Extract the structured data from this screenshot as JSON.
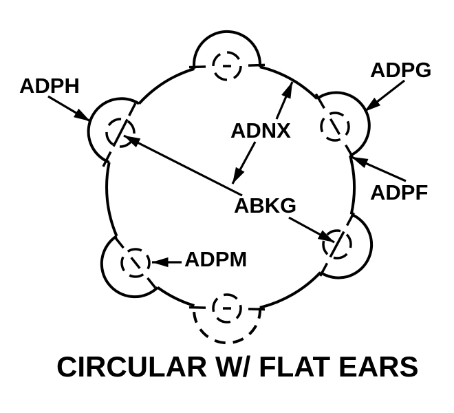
{
  "caption": "CIRCULAR W/ FLAT EARS",
  "labels": {
    "adph": "ADPH",
    "adpg": "ADPG",
    "adnx": "ADNX",
    "abkg": "ABKG",
    "adpf": "ADPF",
    "adpm": "ADPM"
  },
  "colors": {
    "ink": "#000000",
    "background": "#ffffff"
  }
}
